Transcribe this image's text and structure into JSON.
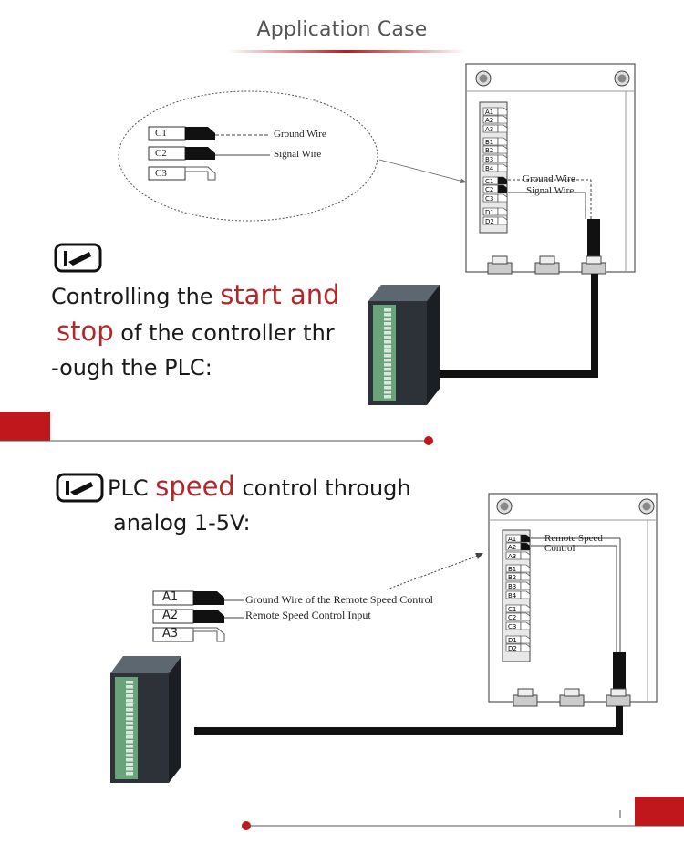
{
  "header": {
    "title": "Application Case"
  },
  "section1": {
    "line1_prefix": "Controlling the ",
    "line1_highlight": "start and",
    "line2_highlight": "stop",
    "line2_suffix": " of the controller thr",
    "line3": "-ough the PLC:",
    "detail": {
      "terminals": [
        "C1",
        "C2",
        "C3"
      ],
      "ground_label": "Ground Wire",
      "signal_label": "Signal Wire"
    },
    "box_labels": {
      "ground": "Ground Wire",
      "signal": "Signal Wire"
    }
  },
  "section2": {
    "line1_prefix": "PLC ",
    "line1_highlight": "speed",
    "line1_suffix": " control through",
    "line2": "analog 1-5V:",
    "detail": {
      "terminals": [
        "A1",
        "A2",
        "A3"
      ],
      "ground_label": "Ground Wire of the Remote Speed Control",
      "input_label": "Remote Speed Control Input"
    },
    "box_label_line1": "Remote Speed",
    "box_label_line2": "Control"
  },
  "terminal_strip": [
    "A1",
    "A2",
    "A3",
    "B1",
    "B2",
    "B3",
    "B4",
    "C1",
    "C2",
    "C3",
    "D1",
    "D2"
  ],
  "colors": {
    "accent": "#c0171c",
    "highlight_text": "#b5262b",
    "cable": "#1a1a1a"
  }
}
